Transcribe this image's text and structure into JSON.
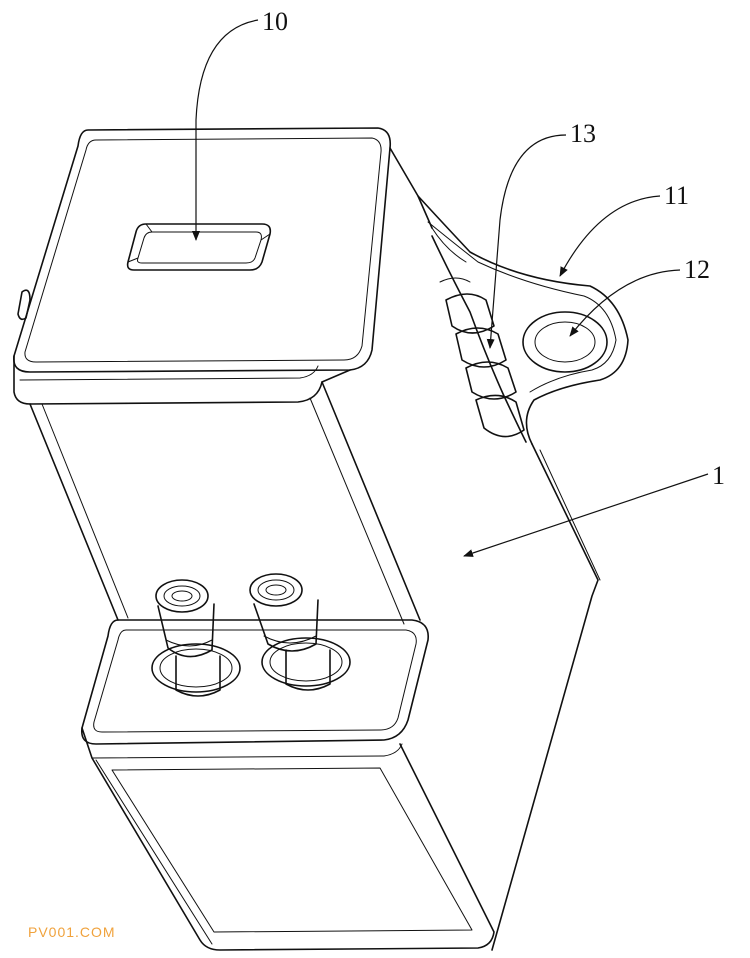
{
  "figure": {
    "labels": {
      "housing": "1",
      "opening": "10",
      "mount_ear": "11",
      "mount_hole": "12",
      "nozzle": "13"
    },
    "watermark": "PV001.COM",
    "colors": {
      "line": "#111111",
      "background": "#ffffff",
      "watermark": "#f0a23c"
    }
  }
}
